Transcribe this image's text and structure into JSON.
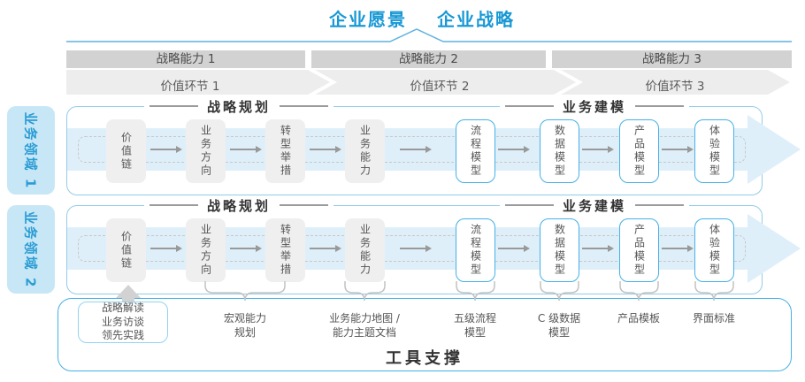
{
  "header": {
    "vision": "企业愿景",
    "strategy": "企业战略"
  },
  "capabilities": [
    "战略能力 1",
    "战略能力 2",
    "战略能力 3"
  ],
  "value_links": [
    "价值环节 1",
    "价值环节 2",
    "价值环节 3"
  ],
  "domains": [
    "业务领域 1",
    "业务领域 2"
  ],
  "row": {
    "sections": {
      "planning": "战略规划",
      "modeling": "业务建模"
    },
    "nodes": [
      "价值链",
      "业务方向",
      "转型举措",
      "业务能力",
      "流程模型",
      "数据模型",
      "产品模型",
      "体验模型"
    ]
  },
  "annotations": {
    "practice_box_lines": [
      "战略解读",
      "业务访谈",
      "领先实践"
    ],
    "labels": [
      {
        "lines": [
          "宏观能力",
          "规划"
        ]
      },
      {
        "lines": [
          "业务能力地图 /",
          "能力主题文档"
        ]
      },
      {
        "lines": [
          "五级流程",
          "模型"
        ]
      },
      {
        "lines": [
          "C 级数据",
          "模型"
        ]
      },
      {
        "lines": [
          "产品模板"
        ]
      },
      {
        "lines": [
          "界面标准"
        ]
      }
    ]
  },
  "footer": {
    "tool_support": "工具支撑"
  },
  "colors": {
    "accent_blue": "#1898D5",
    "panel_border": "#92CCE9",
    "band_fill": "#DEEFF9",
    "bar_gray": "#D2D2D2",
    "chevron_gray": "#EDEDED",
    "box_gray": "#EFEFEF",
    "node_border_blue": "#46B1E6",
    "domain_tab_fill": "#C7E7F6",
    "container_border": "#45B0E5"
  }
}
